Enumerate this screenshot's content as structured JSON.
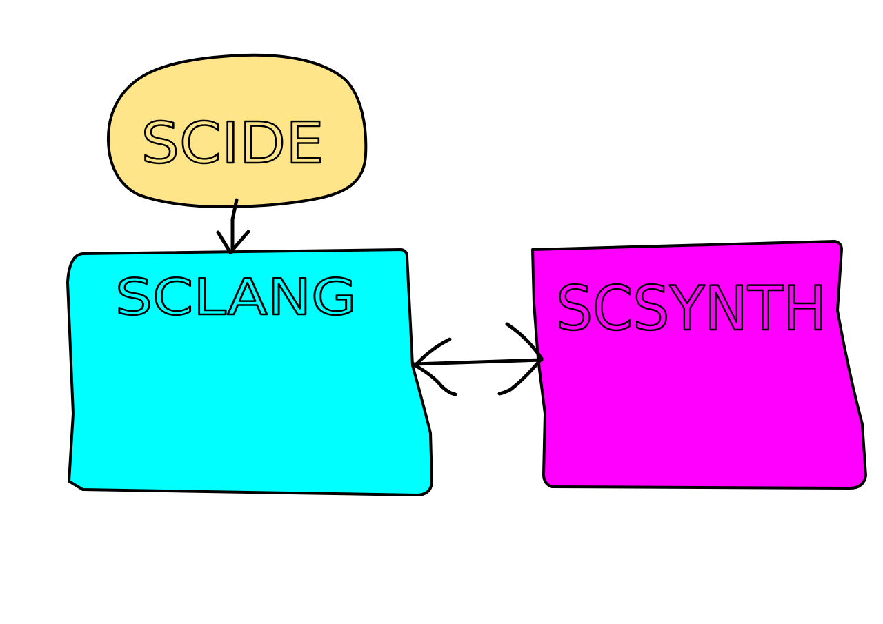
{
  "nodes": {
    "scide": {
      "label": "SCIDE",
      "fill": "#FFE58A"
    },
    "sclang": {
      "label": "SCLANG",
      "fill": "#00FFFF"
    },
    "scsynth": {
      "label": "SCSYNTH",
      "fill": "#FF00FF"
    }
  },
  "edges": [
    {
      "from": "SCIDE",
      "to": "SCLANG",
      "direction": "one-way"
    },
    {
      "from": "SCLANG",
      "to": "SCSYNTH",
      "direction": "two-way"
    }
  ],
  "colors": {
    "outline": "#000000",
    "background": "#FFFFFF"
  }
}
